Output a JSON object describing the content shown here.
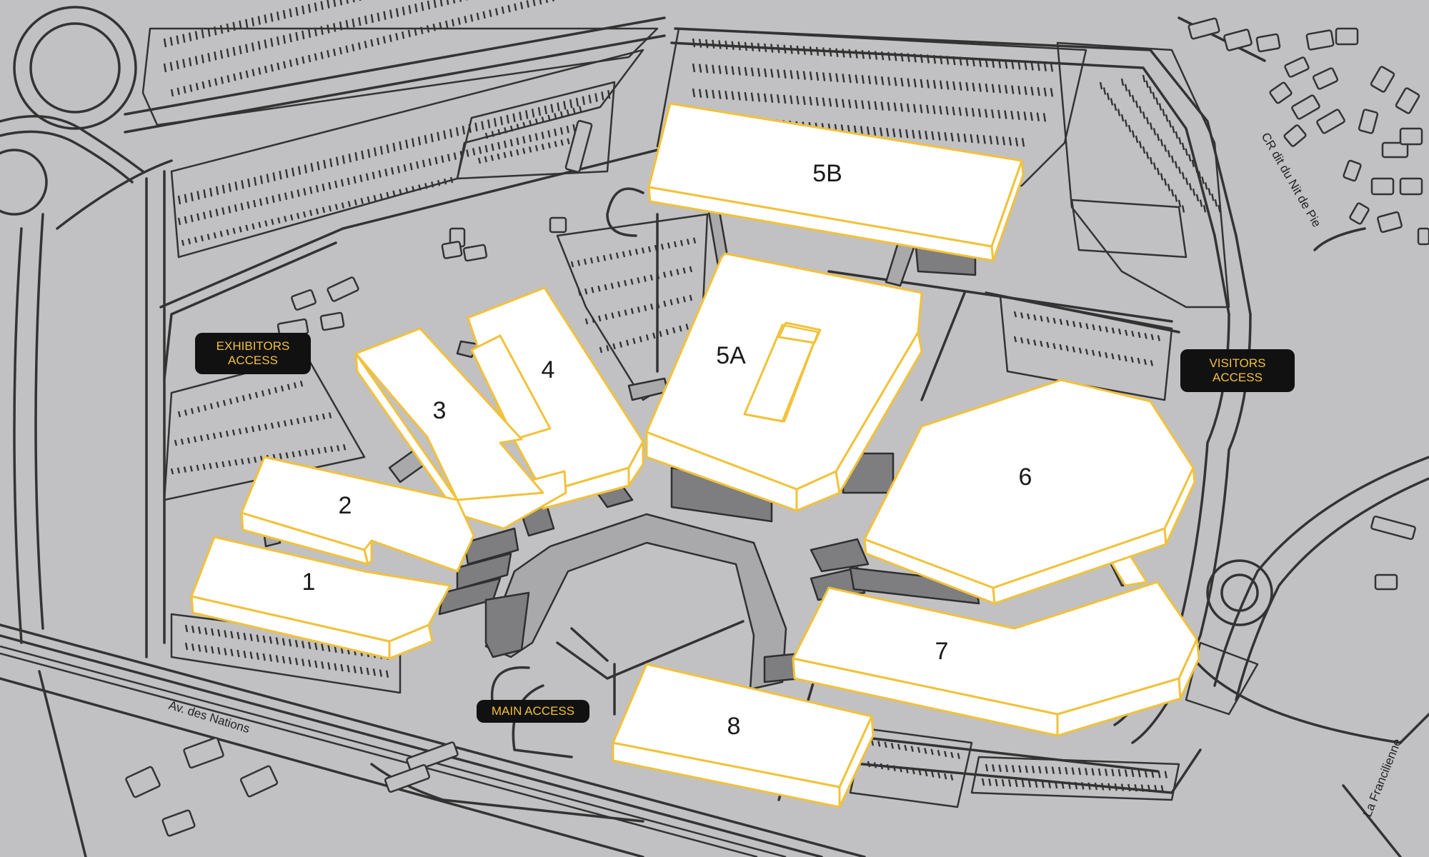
{
  "halls": [
    {
      "id": "1",
      "label": "1"
    },
    {
      "id": "2",
      "label": "2"
    },
    {
      "id": "3",
      "label": "3"
    },
    {
      "id": "4",
      "label": "4"
    },
    {
      "id": "5A",
      "label": "5A"
    },
    {
      "id": "5B",
      "label": "5B"
    },
    {
      "id": "6",
      "label": "6"
    },
    {
      "id": "7",
      "label": "7"
    },
    {
      "id": "8",
      "label": "8"
    }
  ],
  "access_points": {
    "exhibitors": {
      "line1": "EXHIBITORS",
      "line2": "ACCESS"
    },
    "visitors": {
      "line1": "VISITORS",
      "line2": "ACCESS"
    },
    "main": {
      "label": "MAIN ACCESS"
    }
  },
  "roads": {
    "av_nations": "Av. des Nations",
    "cr_nit_de_pie": "CR dit du Nit de Pie",
    "la_francilienne": "La Francilienne"
  },
  "colors": {
    "background": "#c1c0c2",
    "hall_fill": "#ffffff",
    "hall_outline": "#f1c23a",
    "road_lines": "#333333",
    "access_badge": "#111111",
    "access_text": "#f2c040"
  }
}
